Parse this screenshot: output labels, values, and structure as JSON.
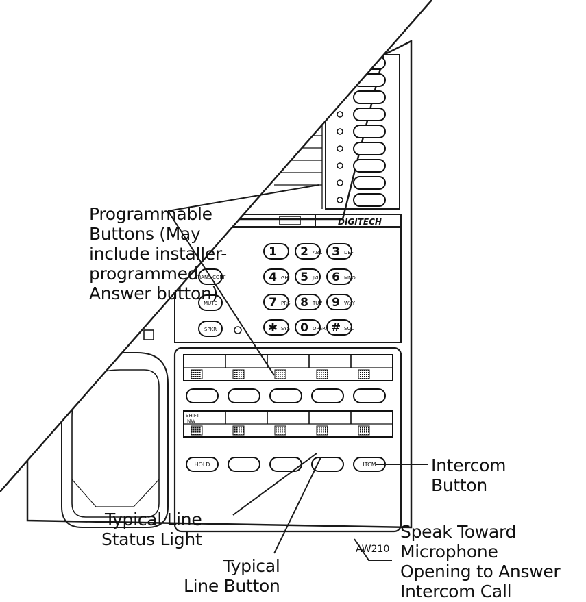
{
  "figure_id": "AW210",
  "brand": "DIGITECH",
  "callouts": {
    "programmable": [
      "Programmable",
      "Buttons (May",
      "include installer-",
      "programmed",
      "Answer button)"
    ],
    "intercom": [
      "Intercom",
      "Button"
    ],
    "status_light": [
      "Typical Line",
      "Status Light"
    ],
    "line_button": [
      "Typical",
      "Line Button"
    ],
    "speak": [
      "Speak Toward",
      "Microphone",
      "Opening to Answer",
      "Intercom Call"
    ]
  },
  "dialpad": [
    [
      {
        "digit": "1",
        "letters": ""
      },
      {
        "digit": "2",
        "letters": "ABC"
      },
      {
        "digit": "3",
        "letters": "DEF"
      }
    ],
    [
      {
        "digit": "4",
        "letters": "GHI"
      },
      {
        "digit": "5",
        "letters": "JKL"
      },
      {
        "digit": "6",
        "letters": "MNO"
      }
    ],
    [
      {
        "digit": "7",
        "letters": "PRS"
      },
      {
        "digit": "8",
        "letters": "TUV"
      },
      {
        "digit": "9",
        "letters": "WXY"
      }
    ],
    [
      {
        "digit": "✱",
        "letters": "SYS"
      },
      {
        "digit": "0",
        "letters": "OPER"
      },
      {
        "digit": "#",
        "letters": "SOL"
      }
    ]
  ],
  "function_keys": [
    "TRANS CONF",
    "MUTE",
    "SPKR"
  ],
  "bottom_keys": {
    "hold": "HOLD",
    "itcm": "ITCM"
  },
  "shift_label": [
    "SHIFT",
    "NW"
  ]
}
